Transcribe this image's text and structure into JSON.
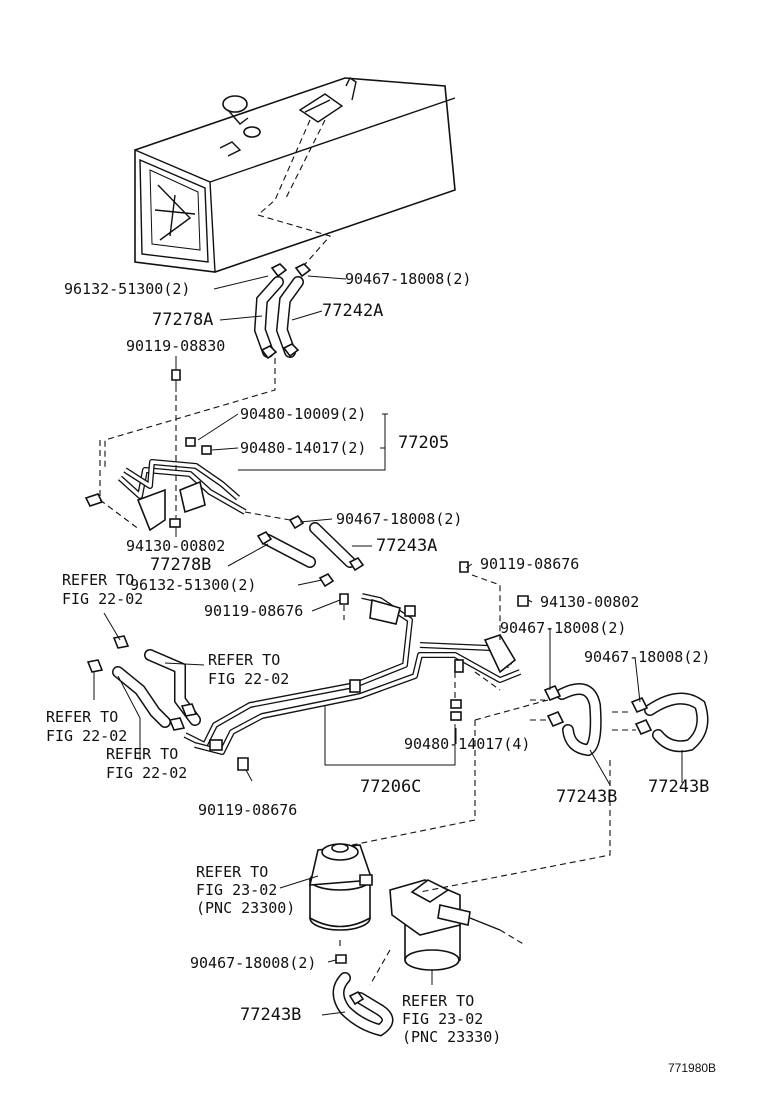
{
  "labels": {
    "p96132_top": "96132-51300(2)",
    "p90467_top": "90467-18008(2)",
    "p77278a": "77278A",
    "p77242a": "77242A",
    "p90119_08830": "90119-08830",
    "p90480_10009": "90480-10009(2)",
    "p90480_14017_2": "90480-14017(2)",
    "p77205": "77205",
    "p90467_mid": "90467-18008(2)",
    "p94130_left": "94130-00802",
    "p77243a": "77243A",
    "p77278b": "77278B",
    "p96132_mid": "96132-51300(2)",
    "p90119_08676_a": "90119-08676",
    "p90119_08676_b": "90119-08676",
    "p94130_right": "94130-00802",
    "p90467_right1": "90467-18008(2)",
    "p90467_right2": "90467-18008(2)",
    "p90480_14017_4": "90480-14017(4)",
    "p90119_08676_c": "90119-08676",
    "p77206c": "77206C",
    "p77243b_1": "77243B",
    "p77243b_2": "77243B",
    "p90467_bottom": "90467-18008(2)",
    "p77243b_3": "77243B"
  },
  "refer_notes": {
    "r1_l1": "REFER TO",
    "r1_l2": "FIG 22-02",
    "r2_l1": "REFER TO",
    "r2_l2": "FIG 22-02",
    "r3_l1": "REFER TO",
    "r3_l2": "FIG 22-02",
    "r4_l1": "REFER TO",
    "r4_l2": "FIG 22-02",
    "r5_l1": "REFER TO",
    "r5_l2": "FIG 23-02",
    "r5_l3": "(PNC 23300)",
    "r6_l1": "REFER TO",
    "r6_l2": "FIG 23-02",
    "r6_l3": "(PNC 23330)"
  },
  "figure_id": "771980B"
}
